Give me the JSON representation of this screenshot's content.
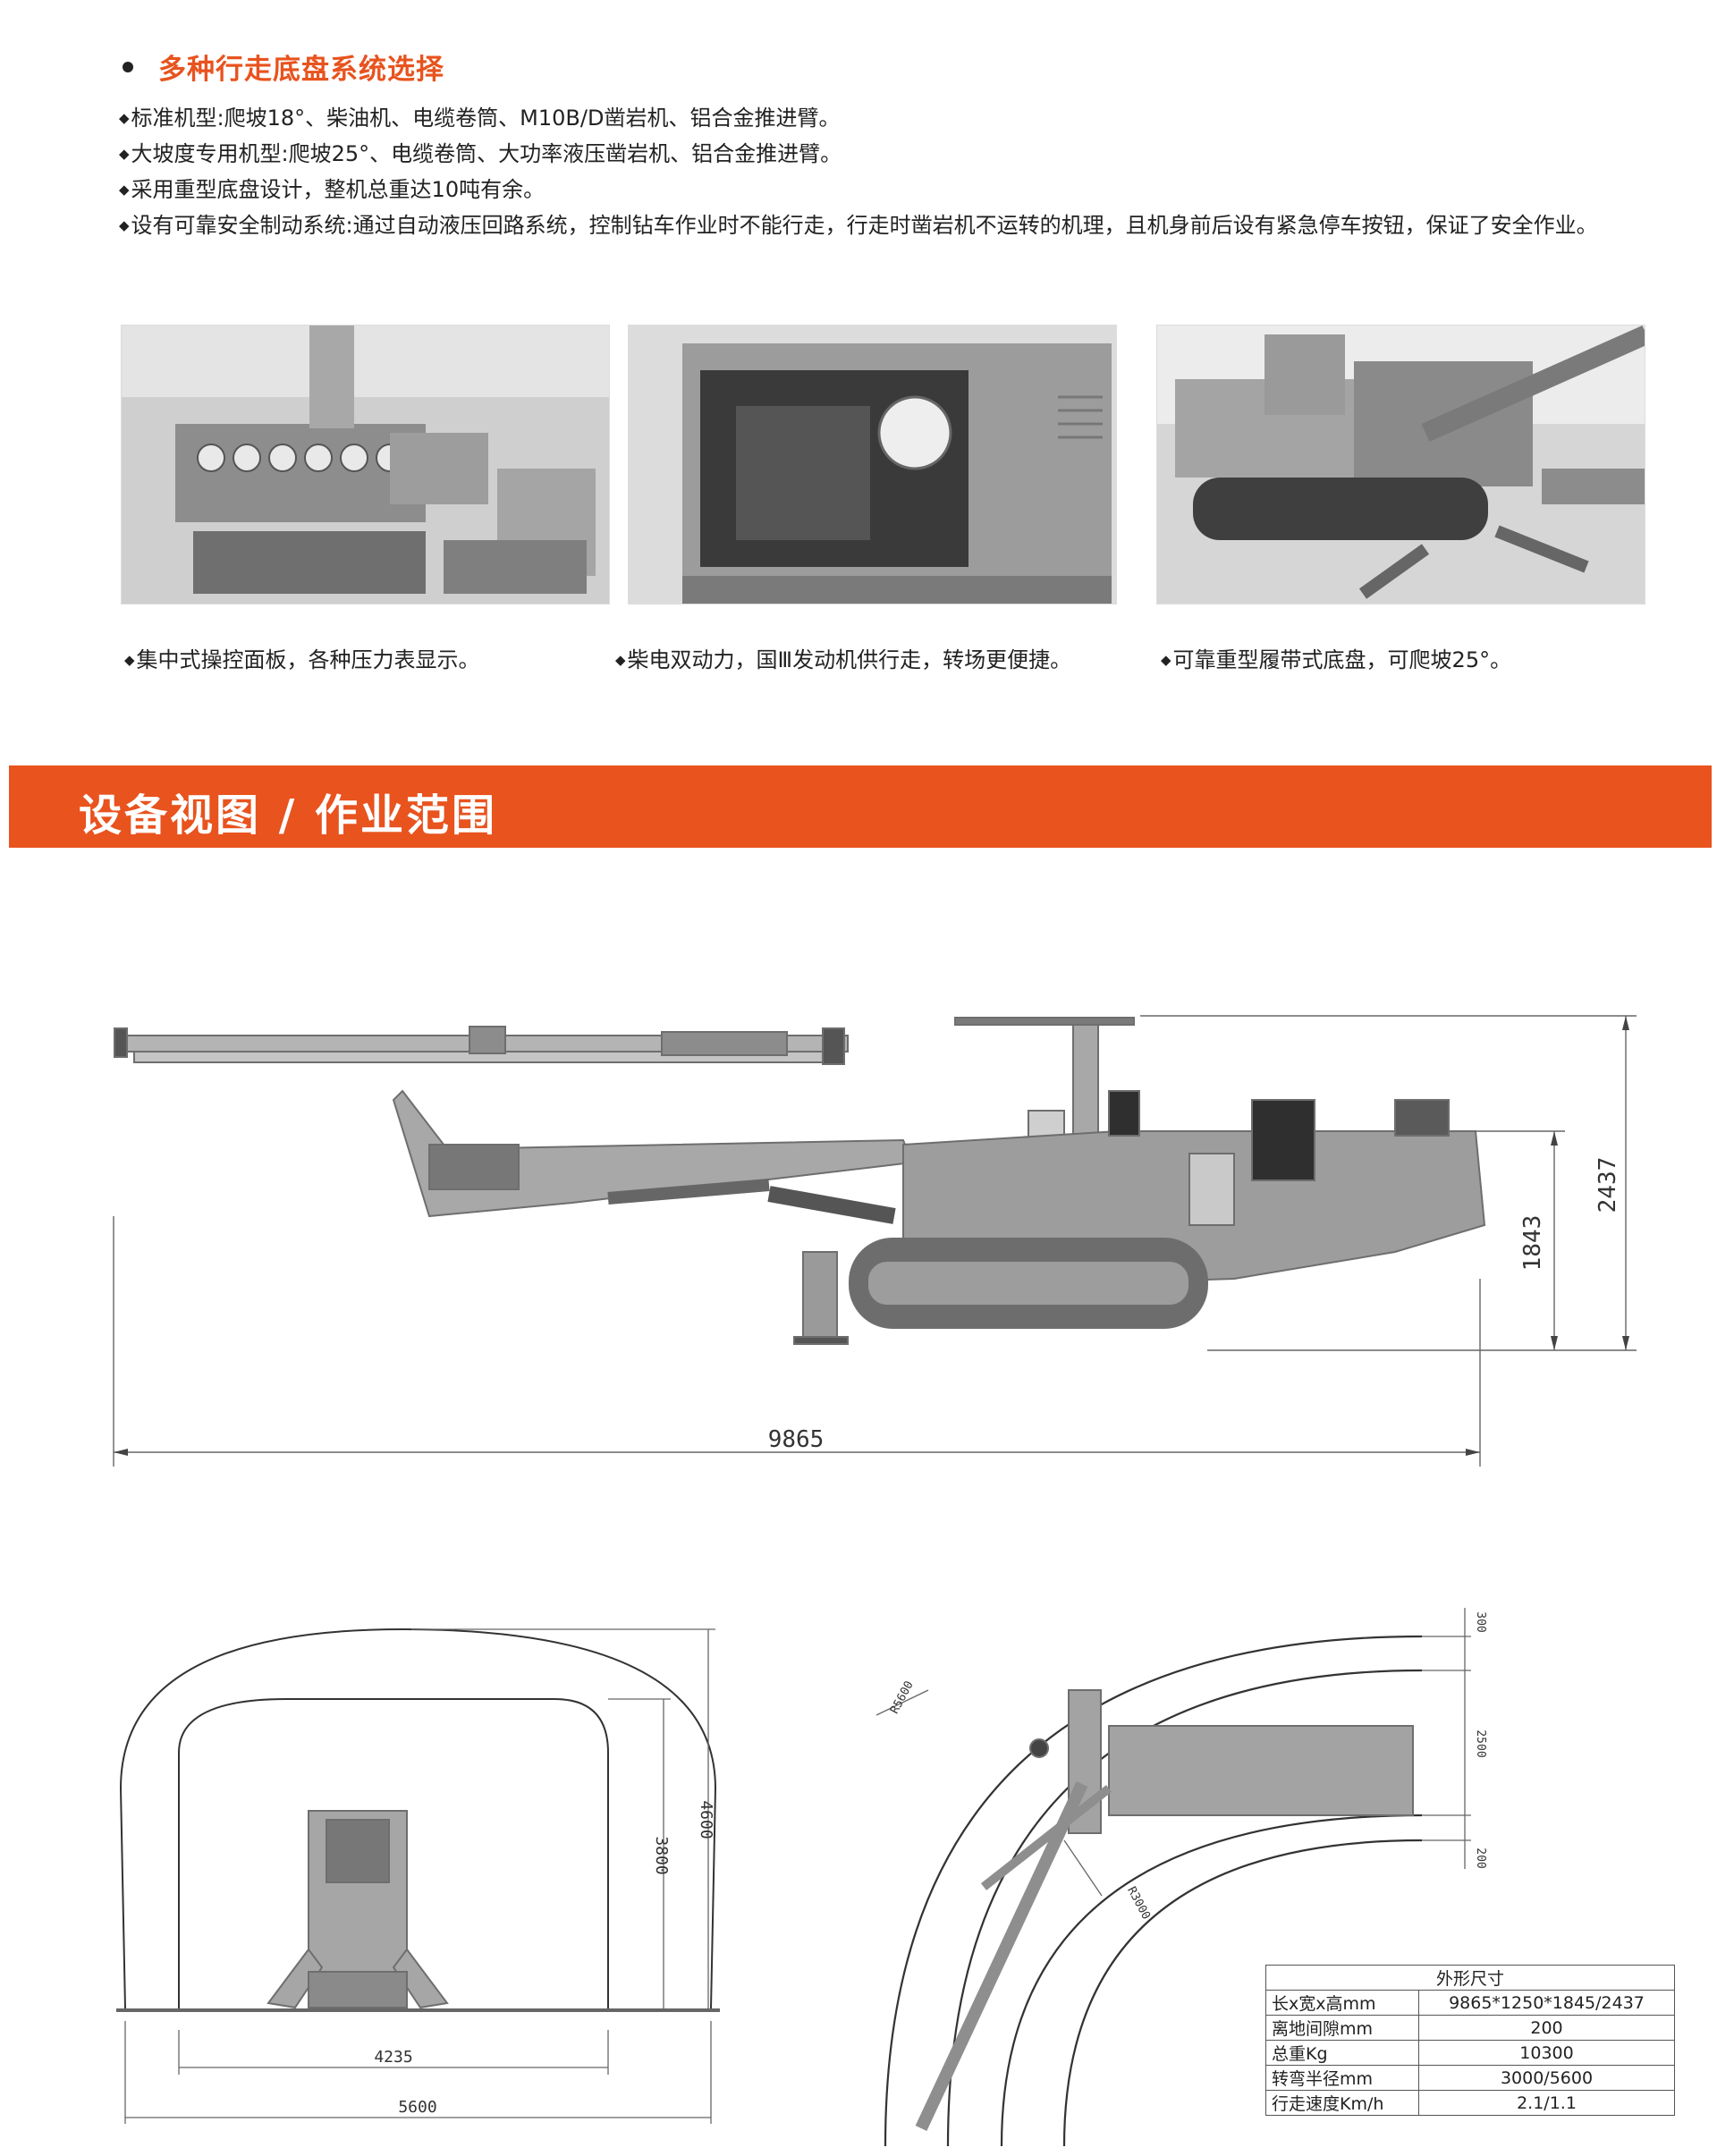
{
  "section1": {
    "title": "多种行走底盘系统选择",
    "bullets": [
      "标准机型:爬坡18°、柴油机、电缆卷筒、M10B/D凿岩机、铝合金推进臂。",
      "大坡度专用机型:爬坡25°、电缆卷筒、大功率液压凿岩机、铝合金推进臂。",
      "采用重型底盘设计，整机总重达10吨有余。",
      "设有可靠安全制动系统:通过自动液压回路系统，控制钻车作业时不能行走，行走时凿岩机不运转的机理，且机身前后设有紧急停车按钮，保证了安全作业。"
    ],
    "captions": [
      "集中式操控面板，各种压力表显示。",
      "柴电双动力，国Ⅲ发动机供行走，转场更便捷。",
      "可靠重型履带式底盘，可爬坡25°。"
    ]
  },
  "section2": {
    "title": "设备视图 / 作业范围"
  },
  "dimensions": {
    "length": "9865",
    "height_low": "1843",
    "height_high": "2437",
    "tunnel_height_inner": "3800",
    "tunnel_height_outer": "4600",
    "tunnel_width_inner": "4235",
    "tunnel_width_outer": "5600",
    "turn_top": "300",
    "turn_mid": "2500",
    "turn_bottom": "200",
    "radius_outer": "R5600",
    "radius_inner": "R3000"
  },
  "specs": {
    "header": "外形尺寸",
    "rows": [
      {
        "label": "长x宽x高mm",
        "value": "9865*1250*1845/2437"
      },
      {
        "label": "离地间隙mm",
        "value": "200"
      },
      {
        "label": "总重Kg",
        "value": "10300"
      },
      {
        "label": "转弯半径mm",
        "value": "3000/5600"
      },
      {
        "label": "行走速度Km/h",
        "value": "2.1/1.1"
      }
    ]
  },
  "colors": {
    "accent": "#e8531e",
    "machine": "#9a9a9a"
  }
}
